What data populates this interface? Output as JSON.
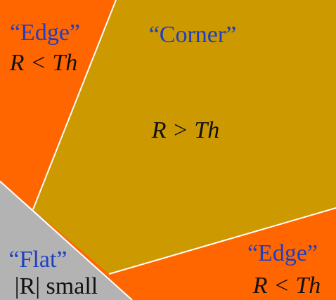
{
  "colors": {
    "edge": "#FF6600",
    "corner": "#CC9900",
    "flat": "#B3B3B3",
    "label_blue": "#1E3FBF",
    "label_black": "#111111",
    "divider": "#FFFFFF"
  },
  "regions": {
    "edge_top_left": {
      "label": "“Edge”",
      "condition": "R < Th"
    },
    "corner": {
      "label": "“Corner”",
      "condition": "R > Th"
    },
    "flat": {
      "label": "“Flat”",
      "condition": "|R| small"
    },
    "edge_bottom_right": {
      "label": "“Edge”",
      "condition": "R < Th"
    }
  }
}
